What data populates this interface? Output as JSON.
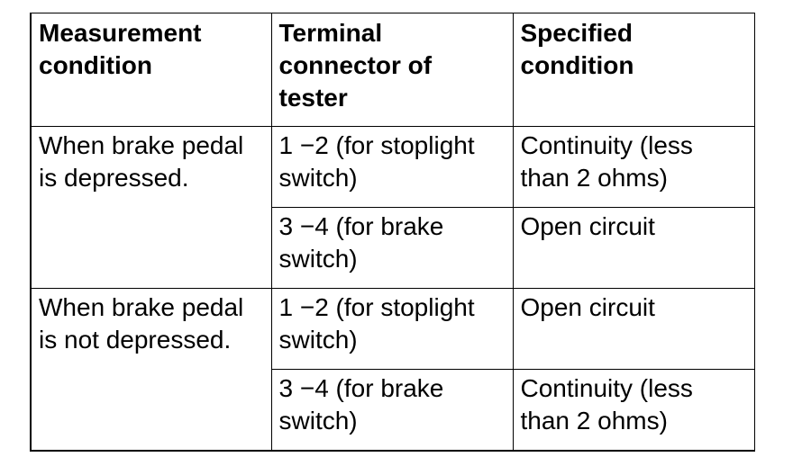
{
  "table": {
    "headers": [
      "Measurement\ncondition",
      "Terminal\nconnector of\ntester",
      "Specified\ncondition"
    ],
    "groups": [
      {
        "condition": "When brake pedal\nis depressed.",
        "rows": [
          {
            "terminal": "1 −2 (for stoplight\nswitch)",
            "specified": "Continuity (less\nthan 2 ohms)"
          },
          {
            "terminal": "3 −4 (for brake\nswitch)",
            "specified": "Open circuit"
          }
        ]
      },
      {
        "condition": "When brake pedal\nis not depressed.",
        "rows": [
          {
            "terminal": "1 −2 (for stoplight\nswitch)",
            "specified": "Open circuit"
          },
          {
            "terminal": "3 −4 (for brake\nswitch)",
            "specified": "Continuity (less\nthan 2 ohms)"
          }
        ]
      }
    ]
  }
}
